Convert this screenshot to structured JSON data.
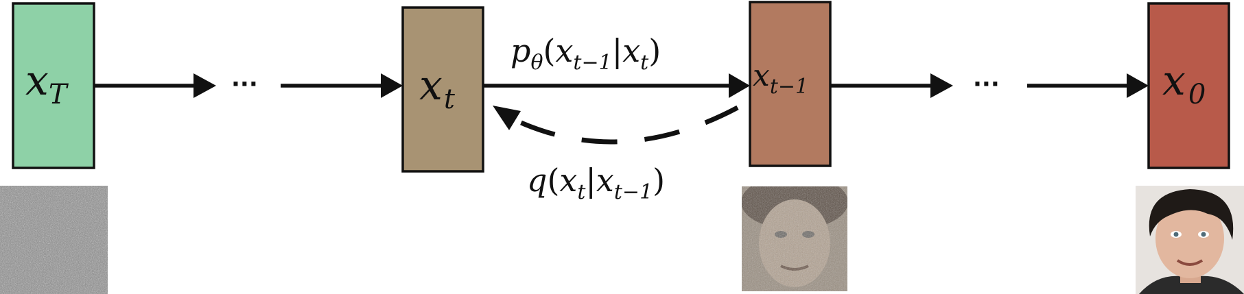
{
  "colors": {
    "state_T": "#8ed1a7",
    "state_t": "#a89373",
    "state_t_minus_1": "#b27a60",
    "state_0": "#b85a4a"
  },
  "states": [
    {
      "id": "xT",
      "base": "x",
      "sub": "T",
      "color_key": "state_T"
    },
    {
      "id": "xt",
      "base": "x",
      "sub": "t",
      "color_key": "state_t"
    },
    {
      "id": "xtm1",
      "base": "x",
      "sub": "t−1",
      "color_key": "state_t_minus_1"
    },
    {
      "id": "x0",
      "base": "x",
      "sub": "0",
      "color_key": "state_0"
    }
  ],
  "ellipsis": "···",
  "reverse_process_label": {
    "p": "p",
    "p_sub": "θ",
    "open": "(",
    "x1": "x",
    "x1_sub": "t−1",
    "bar": "|",
    "x2": "x",
    "x2_sub": "t",
    "close": ")"
  },
  "forward_process_label": {
    "q": "q",
    "open": "(",
    "x1": "x",
    "x1_sub": "t",
    "bar": "|",
    "x2": "x",
    "x2_sub": "t−1",
    "close": ")"
  },
  "images": [
    {
      "name": "pure-noise-image",
      "kind": "noise"
    },
    {
      "name": "noisy-face-image",
      "kind": "noisy-face"
    },
    {
      "name": "clean-face-image",
      "kind": "face"
    }
  ]
}
